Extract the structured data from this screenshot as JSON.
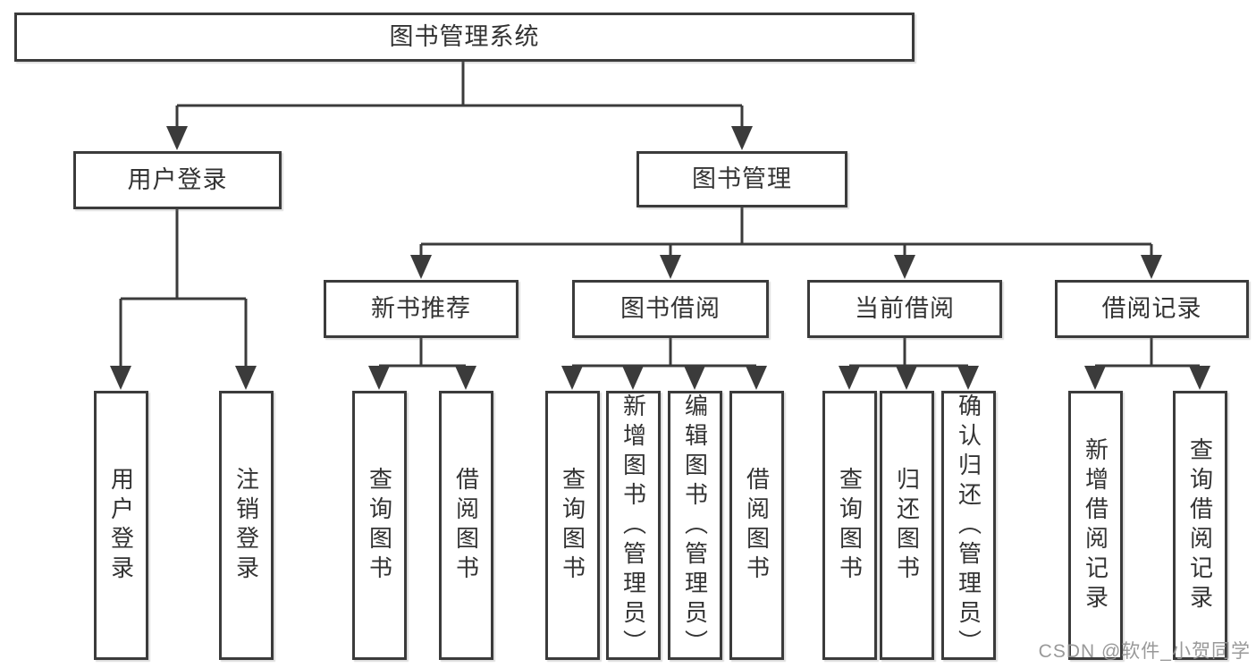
{
  "diagram": {
    "root": {
      "label": "图书管理系统"
    },
    "branches": [
      {
        "label": "用户登录",
        "children": [
          "用户登录",
          "注销登录"
        ]
      },
      {
        "label": "图书管理",
        "sections": [
          {
            "label": "新书推荐",
            "children": [
              "查询图书",
              "借阅图书"
            ]
          },
          {
            "label": "图书借阅",
            "children": [
              "查询图书",
              "新增图书（管理员）",
              "编辑图书（管理员）",
              "借阅图书"
            ]
          },
          {
            "label": "当前借阅",
            "children": [
              "查询图书",
              "归还图书",
              "确认归还（管理员）"
            ]
          },
          {
            "label": "借阅记录",
            "children": [
              "新增借阅记录",
              "查询借阅记录"
            ]
          }
        ]
      }
    ]
  },
  "colors": {
    "line": "#3b3b3b",
    "text": "#333333",
    "background": "#ffffff",
    "watermark": "#949494"
  },
  "watermark": "CSDN @软件_小贺同学"
}
